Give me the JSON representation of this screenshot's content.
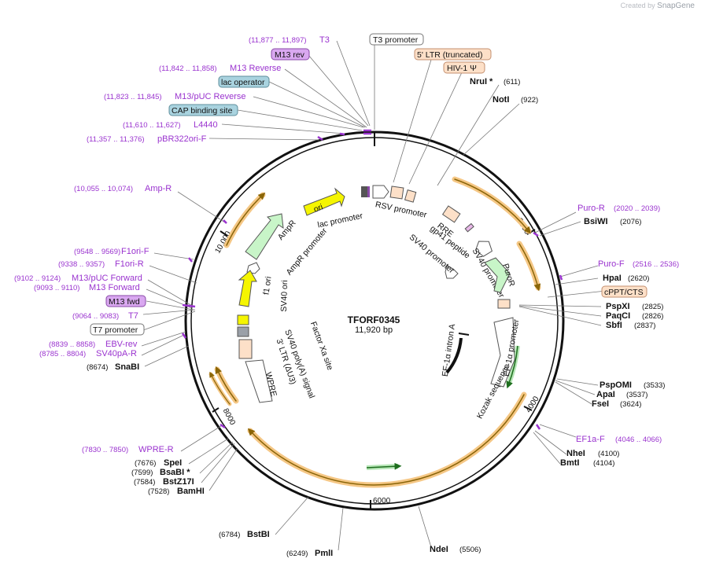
{
  "brand": {
    "prefix": "Created by",
    "name": "SnapGene"
  },
  "plasmid": {
    "name": "TFORF0345",
    "length": "11,920 bp"
  },
  "ticks": [
    "2000",
    "4000",
    "6000",
    "8000",
    "10,000"
  ],
  "boxed_labels": [
    {
      "id": "t3-promoter",
      "text": "T3 promoter",
      "fill": "#ffffff",
      "stroke": "#777777"
    },
    {
      "id": "m13-rev",
      "text": "M13 rev",
      "fill": "#d9a8f0",
      "stroke": "#8a4aa8"
    },
    {
      "id": "lac-operator",
      "text": "lac operator",
      "fill": "#a9d3df",
      "stroke": "#5f8f9c"
    },
    {
      "id": "cap-binding-site",
      "text": "CAP binding site",
      "fill": "#a9d3df",
      "stroke": "#5f8f9c"
    },
    {
      "id": "5-ltr",
      "text": "5' LTR (truncated)",
      "fill": "#fde0c8",
      "stroke": "#c49070"
    },
    {
      "id": "hiv-psi",
      "text": "HIV-1 Ψ",
      "fill": "#fde0c8",
      "stroke": "#c49070"
    },
    {
      "id": "cppt-cts",
      "text": "cPPT/CTS",
      "fill": "#fde0c8",
      "stroke": "#c49070"
    },
    {
      "id": "m13-fwd",
      "text": "M13 fwd",
      "fill": "#d9a8f0",
      "stroke": "#8a4aa8"
    },
    {
      "id": "t7-promoter",
      "text": "T7 promoter",
      "fill": "#ffffff",
      "stroke": "#777777"
    }
  ],
  "primers": [
    {
      "id": "t3",
      "range": "(11,877 .. 11,897)",
      "name": "T3"
    },
    {
      "id": "m13-reverse",
      "range": "(11,842 .. 11,858)",
      "name": "M13 Reverse"
    },
    {
      "id": "m13-puc-reverse",
      "range": "(11,823 .. 11,845)",
      "name": "M13/pUC Reverse"
    },
    {
      "id": "l4440",
      "range": "(11,610 .. 11,627)",
      "name": "L4440"
    },
    {
      "id": "pbr322ori-f",
      "range": "(11,357 .. 11,376)",
      "name": "pBR322ori-F"
    },
    {
      "id": "amp-r",
      "range": "(10,055 .. 10,074)",
      "name": "Amp-R"
    },
    {
      "id": "f1ori-f",
      "range": "(9548 .. 9569)",
      "name": "F1ori-F"
    },
    {
      "id": "f1ori-r",
      "range": "(9338 .. 9357)",
      "name": "F1ori-R"
    },
    {
      "id": "m13-puc-forward",
      "range": "(9102 .. 9124)",
      "name": "M13/pUC Forward"
    },
    {
      "id": "m13-forward",
      "range": "(9093 .. 9110)",
      "name": "M13 Forward"
    },
    {
      "id": "t7",
      "range": "(9064 .. 9083)",
      "name": "T7"
    },
    {
      "id": "ebv-rev",
      "range": "(8839 .. 8858)",
      "name": "EBV-rev"
    },
    {
      "id": "sv40pa-r",
      "range": "(8785 .. 8804)",
      "name": "SV40pA-R"
    },
    {
      "id": "wpre-r",
      "range": "(7830 .. 7850)",
      "name": "WPRE-R"
    },
    {
      "id": "puro-r",
      "name": "Puro-R",
      "range": "(2020 .. 2039)"
    },
    {
      "id": "puro-f",
      "name": "Puro-F",
      "range": "(2516 .. 2536)"
    },
    {
      "id": "ef1a-f",
      "name": "EF1a-F",
      "range": "(4046 .. 4066)"
    }
  ],
  "enzymes": [
    {
      "id": "nrui",
      "name": "NruI *",
      "pos": "(611)"
    },
    {
      "id": "noti",
      "name": "NotI",
      "pos": "(922)"
    },
    {
      "id": "bsiwi",
      "name": "BsiWI",
      "pos": "(2076)"
    },
    {
      "id": "hpai",
      "name": "HpaI",
      "pos": "(2620)"
    },
    {
      "id": "pspxi",
      "name": "PspXI",
      "pos": "(2825)"
    },
    {
      "id": "paqci",
      "name": "PaqCI",
      "pos": "(2826)"
    },
    {
      "id": "sbfi",
      "name": "SbfI",
      "pos": "(2837)"
    },
    {
      "id": "pspomi",
      "name": "PspOMI",
      "pos": "(3533)"
    },
    {
      "id": "apai",
      "name": "ApaI",
      "pos": "(3537)"
    },
    {
      "id": "fsei",
      "name": "FseI",
      "pos": "(3624)"
    },
    {
      "id": "nhei",
      "name": "NheI",
      "pos": "(4100)"
    },
    {
      "id": "bmti",
      "name": "BmtI",
      "pos": "(4104)"
    },
    {
      "id": "ndei",
      "name": "NdeI",
      "pos": "(5506)"
    },
    {
      "id": "pmli",
      "name": "PmlI",
      "pos": "(6249)"
    },
    {
      "id": "bstbi",
      "name": "BstBI",
      "pos": "(6784)"
    },
    {
      "id": "bamhi",
      "name": "BamHI",
      "pos": "(7528)"
    },
    {
      "id": "bstz17i",
      "name": "BstZ17I",
      "pos": "(7584)"
    },
    {
      "id": "bsabi",
      "name": "BsaBI *",
      "pos": "(7599)"
    },
    {
      "id": "spei",
      "name": "SpeI",
      "pos": "(7676)"
    },
    {
      "id": "snabi",
      "name": "SnaBI",
      "pos": "(8674)"
    }
  ],
  "features": {
    "ori": "ori",
    "lac_promoter": "lac promoter",
    "rsv_promoter": "RSV promoter",
    "rre": "RRE",
    "gp41": "gp41 peptide",
    "sv40_promoter_a": "SV40 promoter",
    "sv40_promoter_b": "SV40 promoter",
    "puror": "PuroR",
    "ampr": "AmpR",
    "ampr_promoter": "AmpR promoter",
    "f1_ori": "f1 ori",
    "sv40_ori": "SV40 ori",
    "factor_xa": "Factor Xa site",
    "sv40_polya": "SV40 poly(A) signal",
    "ltr3": "3' LTR (ΔU3)",
    "wpre": "WPRE",
    "ef1a_intron": "EF-1α intron A",
    "ef1a_promoter": "EF-1α promoter",
    "kozak": "Kozak sequence"
  },
  "colors": {
    "backbone": "#111111",
    "orf": "#f5c785",
    "orf_arrow": "#b8860b",
    "primer": "#9a33cf",
    "green_orf": "#2e8b2e"
  }
}
